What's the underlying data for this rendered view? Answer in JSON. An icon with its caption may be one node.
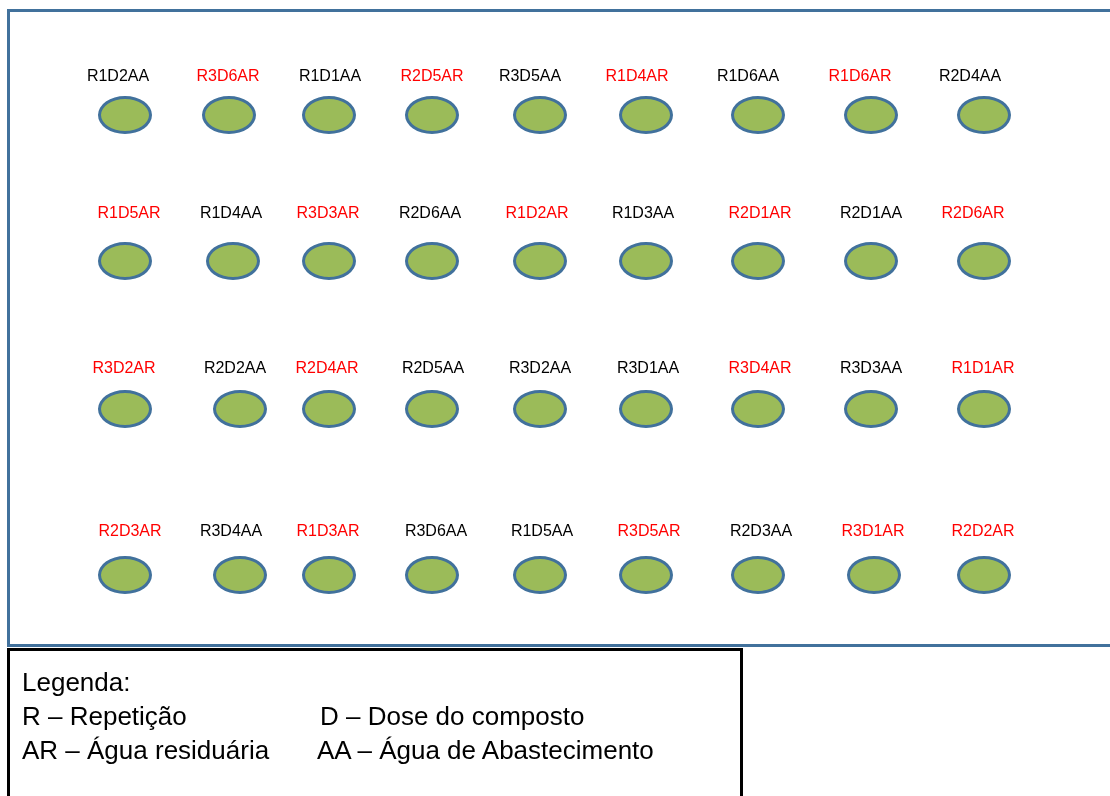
{
  "diagram": {
    "nodes": [
      {
        "text": [
          "R1D2AA"
        ]
      },
      {
        "text": [
          "R3D6AR"
        ]
      },
      {
        "text": [
          "R1D1AA"
        ]
      },
      {
        "text": [
          "R2D5AR"
        ]
      },
      {
        "text": [
          "R3D5AA"
        ]
      },
      {
        "text": [
          "R1D4AR"
        ]
      },
      {
        "text": [
          "R1D6AA"
        ]
      },
      {
        "text": [
          "R1D6AR"
        ]
      },
      {
        "text": [
          "R2D4AA"
        ]
      },
      {
        "text": [
          "R1D5AR"
        ]
      },
      {
        "text": [
          "R1D4AA"
        ]
      },
      {
        "text": [
          "R3D3AR"
        ]
      },
      {
        "text": [
          "R2D6AA"
        ]
      },
      {
        "text": [
          "R1D2AR"
        ]
      },
      {
        "text": [
          "R1D3AA"
        ]
      },
      {
        "text": [
          "R2D1AR"
        ]
      },
      {
        "text": [
          "R2D1AA"
        ]
      },
      {
        "text": [
          "R2D6AR"
        ]
      },
      {
        "text": [
          "R3D2AR"
        ]
      },
      {
        "text": [
          "R2D2AA"
        ]
      },
      {
        "text": [
          "R2D4AR"
        ]
      },
      {
        "text": [
          "R2D5AA"
        ]
      },
      {
        "text": [
          "R3D2AA"
        ]
      },
      {
        "text": [
          "R3D1AA"
        ]
      },
      {
        "text": [
          "R3D4AR"
        ]
      },
      {
        "text": [
          "R3D3AA"
        ]
      },
      {
        "text": [
          "R1D1AR"
        ]
      },
      {
        "text": [
          "R2D3AR"
        ]
      },
      {
        "text": [
          "R3D4AA"
        ]
      },
      {
        "text": [
          "R1D3AR"
        ]
      },
      {
        "text": [
          "R3D6AA"
        ]
      },
      {
        "text": [
          "R1D5AA"
        ]
      },
      {
        "text": [
          "R3D5AR"
        ]
      },
      {
        "text": [
          "R2D3AA"
        ]
      },
      {
        "text": [
          "R3D1AR"
        ]
      },
      {
        "text": [
          "R2D2AR"
        ]
      }
    ],
    "labels": [
      "Legenda:",
      "R – Repetição",
      "D – Dose do composto",
      "AR – Água residuária",
      "AA – Água de Abastecimento"
    ]
  }
}
